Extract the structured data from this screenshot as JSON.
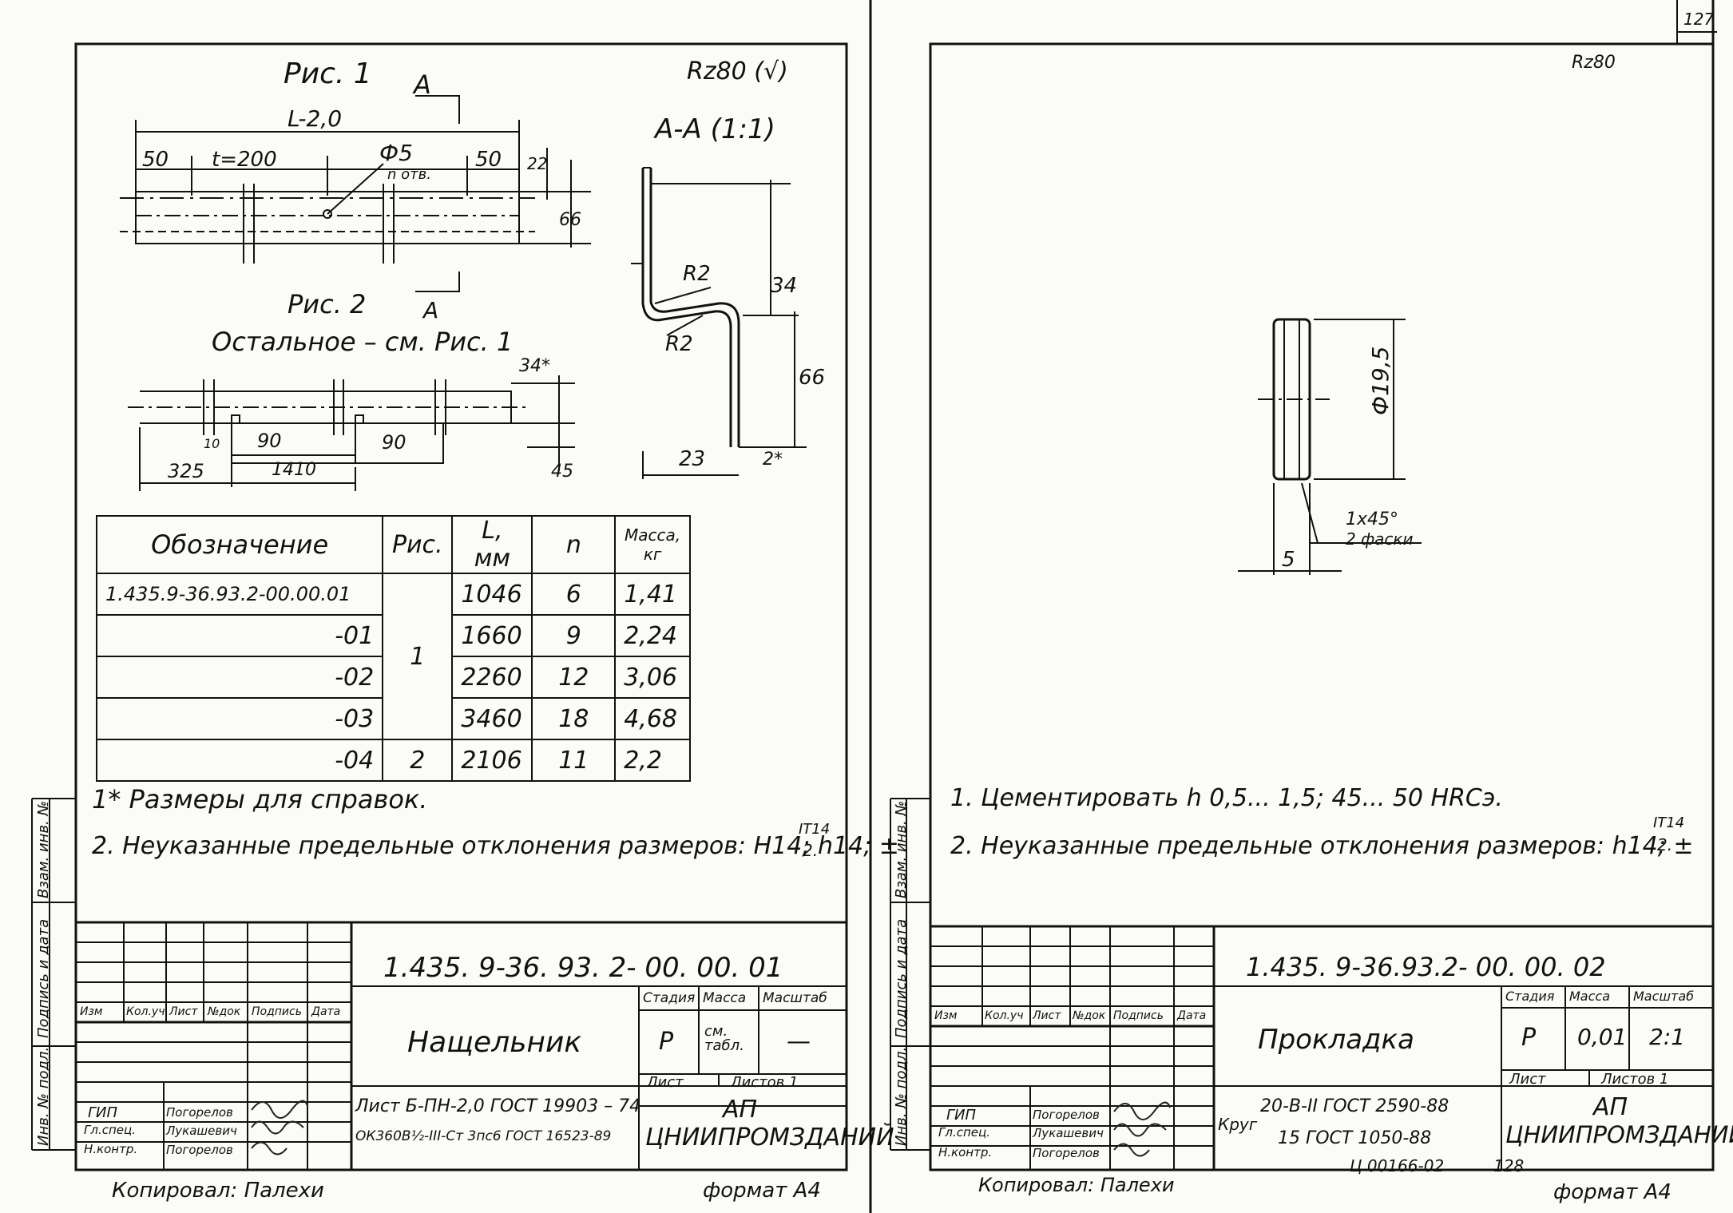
{
  "page_number": "127",
  "left": {
    "fig1_title": "Рис. 1",
    "fig2_title": "Рис. 2",
    "fig2_note": "Остальное – см. Рис. 1",
    "section_label": "А",
    "section_title": "А-А (1:1)",
    "roughness": "Rz80 (√)",
    "dims": {
      "length": "L-2,0",
      "end_left": "50",
      "pitch": "t=200",
      "hole": "Ф5",
      "hole_note": "n отв.",
      "end_right": "50",
      "h22": "22",
      "h66": "66",
      "h34s": "34*",
      "d10": "10",
      "d90a": "90",
      "d90b": "90",
      "d325": "325",
      "d1410": "1410",
      "d45": "45",
      "sec_R2a": "R2",
      "sec_R2b": "R2",
      "sec_34": "34",
      "sec_66": "66",
      "sec_23": "23",
      "sec_2s": "2*"
    },
    "table": {
      "headers": [
        "Обозначение",
        "Рис.",
        "L, мм",
        "n",
        "Масса, кг"
      ],
      "rows": [
        [
          "1.435.9-36.93.2-00.00.01",
          "1",
          "1046",
          "6",
          "1,41"
        ],
        [
          "-01",
          "",
          "1660",
          "9",
          "2,24"
        ],
        [
          "-02",
          "",
          "2260",
          "12",
          "3,06"
        ],
        [
          "-03",
          "",
          "3460",
          "18",
          "4,68"
        ],
        [
          "-04",
          "2",
          "2106",
          "11",
          "2,2"
        ]
      ]
    },
    "note1": "1* Размеры для справок.",
    "note2_prefix": "2. Неуказанные   предельные отклонения размеров: H14; h14; ±",
    "note2_frac_num": "IT14",
    "note2_frac_den": "2.",
    "tb": {
      "code": "1.435. 9-36. 93. 2- 00. 00. 01",
      "name": "Нащельник",
      "material1": "Лист  Б-ПН-2,0 ГОСТ 19903 – 74",
      "material2": "ОК360В½-III-Ст 3пс6 ГОСТ 16523-89",
      "col_stage": "Стадия",
      "col_mass": "Масса",
      "col_scale": "Масштаб",
      "stage": "Р",
      "mass": "см. табл.",
      "scale": "—",
      "sheet": "Лист",
      "sheets": "Листов 1",
      "org1": "АП",
      "org2": "ЦНИИПРОМЗДАНИЙ",
      "hdr": [
        "Изм",
        "Кол.уч",
        "Лист",
        "№док",
        "Подпись",
        "Дата"
      ],
      "role1": "ГИП",
      "role2": "Гл.спец.",
      "role3": "Н.контр.",
      "name1": "Погорелов",
      "name2": "Лукашевич",
      "name3": "Погорелов"
    },
    "copied": "Копировал: Палехи",
    "format": "формат А4",
    "margin": [
      "Инв. № подл.",
      "Подпись и дата",
      "Взам. инв. №"
    ]
  },
  "right": {
    "roughness": "Rz80",
    "dim_dia": "Ф19,5",
    "dim_chamfer": "1x45°",
    "dim_chamfer2": "2 фаски",
    "dim_5": "5",
    "note1": "1. Цементировать   h 0,5... 1,5;  45... 50  HRCэ.",
    "note2_prefix": "2. Неуказанные  предельные  отклонения  размеров: h14; ±",
    "note2_frac_num": "IT14",
    "note2_frac_den": "2.",
    "tb": {
      "code": "1.435. 9-36.93.2- 00. 00. 02",
      "name": "Прокладка",
      "mat_prefix": "Круг",
      "material1": "20-В-II ГОСТ 2590-88",
      "material2": "15  ГОСТ 1050-88",
      "col_stage": "Стадия",
      "col_mass": "Масса",
      "col_scale": "Масштаб",
      "stage": "Р",
      "mass": "0,01",
      "scale": "2:1",
      "sheet": "Лист",
      "sheets": "Листов 1",
      "org1": "АП",
      "org2": "ЦНИИПРОМЗДАНИЙ",
      "hdr": [
        "Изм",
        "Кол.уч",
        "Лист",
        "№док",
        "Подпись",
        "Дата"
      ],
      "role1": "ГИП",
      "role2": "Гл.спец.",
      "role3": "Н.контр.",
      "name1": "Погорелов",
      "name2": "Лукашевич",
      "name3": "Погорелов"
    },
    "bottom_code": "Ц 00166-02",
    "bottom_num": "128",
    "copied": "Копировал: Палехи",
    "format": "формат А4",
    "margin": [
      "Инв. № подл.",
      "Подпись и дата",
      "Взам. инв. №"
    ]
  }
}
